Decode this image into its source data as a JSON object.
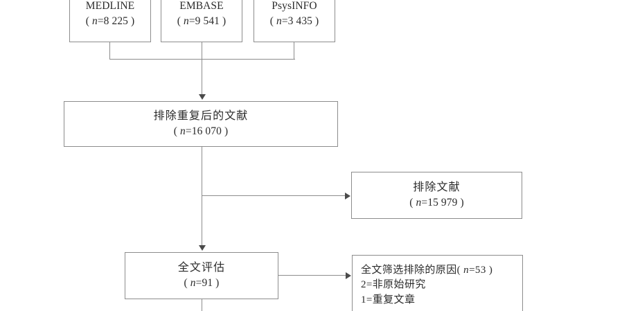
{
  "diagram": {
    "type": "prisma-flow-diagram",
    "title": "",
    "colors": {
      "box_border": "#8c8c8c",
      "connector": "#8c8c8c",
      "arrowhead": "#4a4a4a",
      "text": "#2b2b2b",
      "background": "#ffffff"
    },
    "sources": [
      {
        "id": "medline",
        "name": "MEDLINE",
        "count_label": "( n=8 225 )",
        "count_prefix": "( ",
        "count_var": "n",
        "count_value": "=8 225",
        "count_suffix": " )"
      },
      {
        "id": "embase",
        "name": "EMBASE",
        "count_label": "( n=9 541 )",
        "count_prefix": "( ",
        "count_var": "n",
        "count_value": "=9 541",
        "count_suffix": " )"
      },
      {
        "id": "psysinfo",
        "name": "PsysINFO",
        "count_label": "( n=3 435 )",
        "count_prefix": "( ",
        "count_var": "n",
        "count_value": "=3 435",
        "count_suffix": " )"
      }
    ],
    "deduplicated": {
      "id": "deduplicated-records",
      "label": "排除重复后的文献",
      "count_prefix": "( ",
      "count_var": "n",
      "count_value": "=16 070",
      "count_suffix": " )"
    },
    "excluded_records": {
      "id": "excluded-records",
      "label": "排除文献",
      "count_prefix": "( ",
      "count_var": "n",
      "count_value": "=15 979",
      "count_suffix": " )"
    },
    "fulltext_assessed": {
      "id": "fulltext-assessed",
      "label": "全文评估",
      "count_prefix": "( ",
      "count_var": "n",
      "count_value": "=91",
      "count_suffix": " )"
    },
    "exclusion_reasons": {
      "id": "exclusion-reasons",
      "heading_prefix": "全文筛选排除的原因( ",
      "heading_var": "n",
      "heading_value": "=53",
      "heading_suffix": " )",
      "items": [
        "2=非原始研究",
        "1=重复文章"
      ]
    }
  }
}
